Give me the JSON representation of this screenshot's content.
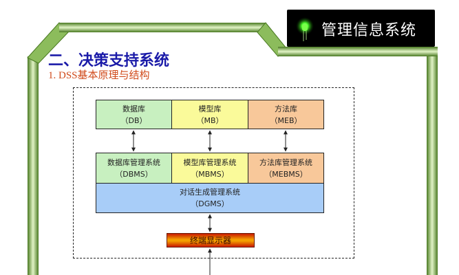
{
  "header": {
    "badge_title": "管理信息系统",
    "badge_icon": "green-led-icon",
    "section_title": "二、决策支持系统",
    "subsection_title": "1. DSS基本原理与结构"
  },
  "diagram": {
    "top_row": [
      {
        "name": "数据库",
        "abbr": "（DB）",
        "color": "#c8f0c0"
      },
      {
        "name": "模型库",
        "abbr": "（MB）",
        "color": "#fafa9a"
      },
      {
        "name": "方法库",
        "abbr": "（MEB）",
        "color": "#f8c89a"
      }
    ],
    "mgmt_row": [
      {
        "name": "数据库管理系统",
        "abbr": "（DBMS）",
        "color": "#c8f0c0"
      },
      {
        "name": "模型库管理系统",
        "abbr": "（MBMS）",
        "color": "#fafa9a"
      },
      {
        "name": "方法库管理系统",
        "abbr": "（MEBMS）",
        "color": "#f8c89a"
      }
    ],
    "dialog": {
      "name": "对话生成管理系统",
      "abbr": "（DGMS）",
      "color": "#a8cdf8"
    },
    "terminal": {
      "name": "终端显示器"
    }
  },
  "colors": {
    "frame_green": "#6a9a3a",
    "frame_light": "#d4ecb0",
    "section_blue": "#1a1aa8",
    "subsection_orange": "#d04a1a"
  }
}
